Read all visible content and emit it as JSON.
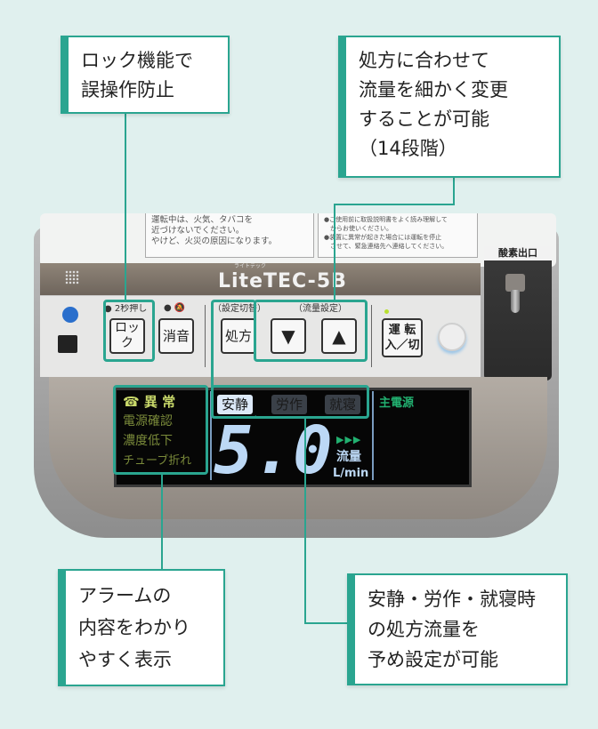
{
  "callouts": {
    "lock": [
      "ロック機能で",
      "誤操作防止"
    ],
    "flow": [
      "処方に合わせて",
      "流量を細かく変更",
      "することが可能",
      "（14段階）"
    ],
    "alarm": [
      "アラームの",
      "内容をわかり",
      "やすく表示"
    ],
    "preset": [
      "安静・労作・就寝時",
      "の処方流量を",
      "予め設定が可能"
    ]
  },
  "stickers": {
    "left": [
      "運転中は、火気、タバコを",
      "近づけないでください。",
      "やけど、火災の原因になります。"
    ],
    "right": [
      "●ご使用前に取扱説明書をよく読み理解して",
      "　からお使いください。",
      "●装置に異常が起きた場合には運転を停止",
      "　させて、緊急連絡先へ連絡してください。"
    ]
  },
  "device": {
    "brand": "LiteTEC-5B",
    "brand_ruby": "ライトテック",
    "outlet_label": "酸素出口",
    "lock_hint": "● 2秒押し",
    "lock_button": "ロック",
    "mute_button": "消音",
    "setting_switch_label": "（設定切替）",
    "prescription_button": "処方",
    "flow_setting_label": "（流量設定）",
    "down_button": "▼",
    "up_button": "▲",
    "power_button": "運 転\n入／切"
  },
  "display": {
    "alarm_title": "異 常",
    "alarms": [
      "電源確認",
      "濃度低下",
      "チューブ折れ"
    ],
    "modes": [
      "安静",
      "労作",
      "就寝"
    ],
    "active_mode": "安静",
    "flow_value": "5.0",
    "flow_label": "流量",
    "flow_unit": "L/min",
    "main_power": "主電源"
  },
  "colors": {
    "accent": "#2aa590",
    "display_blue": "#bcd8f5",
    "alarm_yellow": "#c8d86a",
    "power_green": "#22b070"
  }
}
